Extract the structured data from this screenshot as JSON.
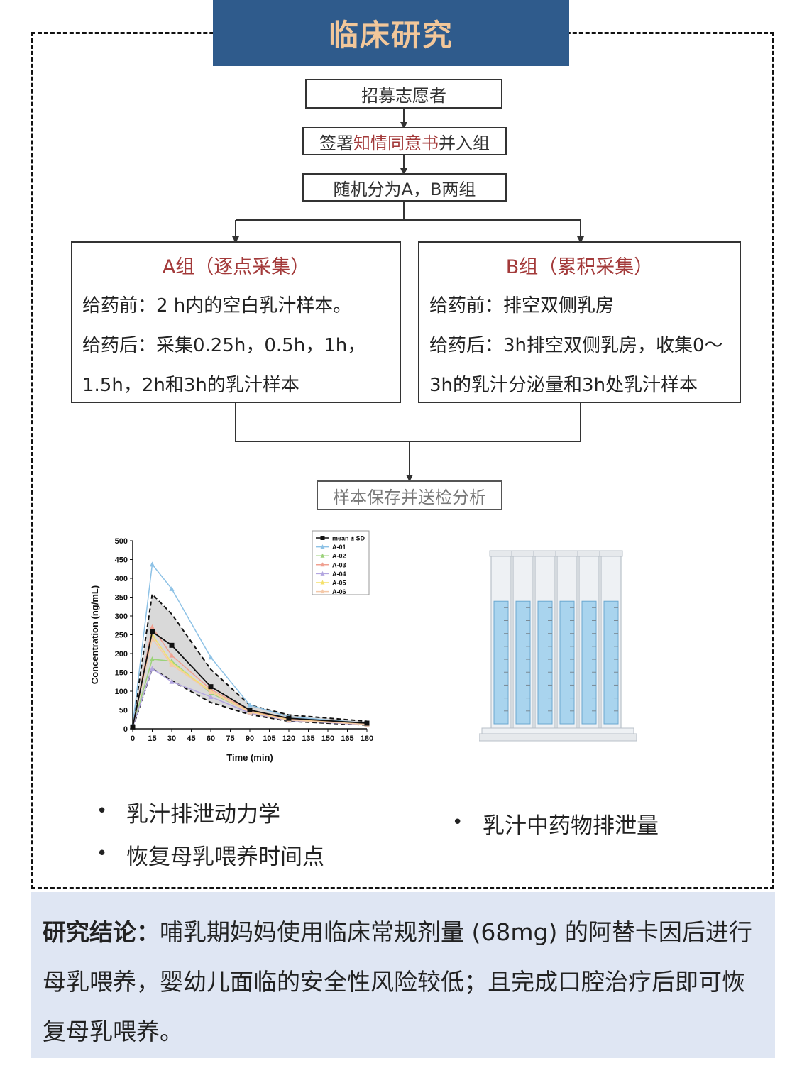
{
  "title": "临床研究",
  "flow": {
    "recruit": "招募志愿者",
    "consent_prefix": "签署",
    "consent_highlight": "知情同意书",
    "consent_suffix": "并入组",
    "randomize": "随机分为A，B两组",
    "group_a": {
      "title": "A组（逐点采集）",
      "line1": "给药前：2 h内的空白乳汁样本。",
      "line2": "给药后：采集0.25h，0.5h，1h，",
      "line3": "1.5h，2h和3h的乳汁样本"
    },
    "group_b": {
      "title": "B组（累积采集）",
      "line1": "给药前：排空双侧乳房",
      "line2": "给药后：3h排空双侧乳房，收集0～",
      "line3": "3h的乳汁分泌量和3h处乳汁样本"
    },
    "analyze": "样本保存并送检分析"
  },
  "chart_data": {
    "type": "line",
    "xlabel": "Time (min)",
    "ylabel": "Concentration (ng/mL)",
    "xlim": [
      0,
      180
    ],
    "ylim": [
      0,
      500
    ],
    "x_ticks": [
      0,
      15,
      30,
      45,
      60,
      75,
      90,
      105,
      120,
      135,
      150,
      165,
      180
    ],
    "y_ticks": [
      0,
      50,
      100,
      150,
      200,
      250,
      300,
      350,
      400,
      450,
      500
    ],
    "x": [
      0,
      15,
      30,
      60,
      90,
      120,
      180
    ],
    "grid": false,
    "legend_position": "top-right",
    "mean": {
      "name": "mean ± SD",
      "values": [
        5,
        258,
        222,
        112,
        50,
        28,
        15
      ],
      "color": "#111111"
    },
    "sd_band": {
      "upper": [
        10,
        358,
        305,
        158,
        63,
        37,
        20
      ],
      "lower": [
        2,
        160,
        128,
        70,
        38,
        20,
        10
      ]
    },
    "series": [
      {
        "name": "A-01",
        "color": "#8ec2e6",
        "values": [
          10,
          437,
          372,
          190,
          63,
          32,
          15
        ]
      },
      {
        "name": "A-02",
        "color": "#9bd27a",
        "values": [
          5,
          185,
          180,
          95,
          45,
          25,
          12
        ]
      },
      {
        "name": "A-03",
        "color": "#f0a090",
        "values": [
          5,
          270,
          195,
          105,
          48,
          26,
          13
        ]
      },
      {
        "name": "A-04",
        "color": "#b3a6e0",
        "values": [
          5,
          160,
          125,
          85,
          42,
          22,
          11
        ]
      },
      {
        "name": "A-05",
        "color": "#f5e06a",
        "values": [
          5,
          250,
          175,
          100,
          45,
          24,
          12
        ]
      },
      {
        "name": "A-06",
        "color": "#f5c9a8",
        "values": [
          5,
          240,
          170,
          98,
          44,
          23,
          12
        ]
      }
    ]
  },
  "cylinder_count": 6,
  "cylinder_fill_fraction": 0.8,
  "bullets_left": [
    "乳汁排泄动力学",
    "恢复母乳喂养时间点"
  ],
  "bullets_right": [
    "乳汁中药物排泄量"
  ],
  "bullet_symbol": "•",
  "conclusion": {
    "label": "研究结论：",
    "text": "哺乳期妈妈使用临床常规剂量 (68mg) 的阿替卡因后进行母乳喂养，婴幼儿面临的安全性风险较低；且完成口腔治疗后即可恢复母乳喂养。"
  }
}
